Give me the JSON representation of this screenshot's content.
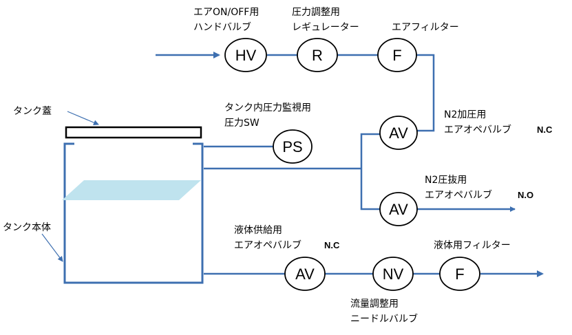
{
  "tank": {
    "lid_label": "タンク蓋",
    "body_label": "タンク本体"
  },
  "nodes": {
    "hv": "HV",
    "regulator": "R",
    "air_filter": "F",
    "ps": "PS",
    "av_n2_pressurize": "AV",
    "av_n2_release": "AV",
    "av_liquid_supply": "AV",
    "nv": "NV",
    "liquid_filter": "F"
  },
  "labels": {
    "hv": [
      "エアON/OFF用",
      "ハンドバルブ"
    ],
    "regulator": [
      "圧力調整用",
      "レギュレーター"
    ],
    "air_filter": [
      "エアフィルター"
    ],
    "ps": [
      "タンク内圧力監視用",
      "圧力SW"
    ],
    "n2_pressurize": [
      "N2加圧用",
      "エアオペバルブ"
    ],
    "n2_pressurize_state": "N.C",
    "n2_release": [
      "N2圧抜用",
      "エアオペバルブ"
    ],
    "n2_release_state": "N.O",
    "liquid_supply": [
      "液体供給用",
      "エアオペバルブ"
    ],
    "liquid_supply_state": "N.C",
    "nv": [
      "流量調整用",
      "ニードルバルブ"
    ],
    "liquid_filter": [
      "液体用フィルター"
    ]
  },
  "colors": {
    "pipe": "#3d6fb0",
    "liquid": "#bfe3ee",
    "outline": "#000000"
  }
}
